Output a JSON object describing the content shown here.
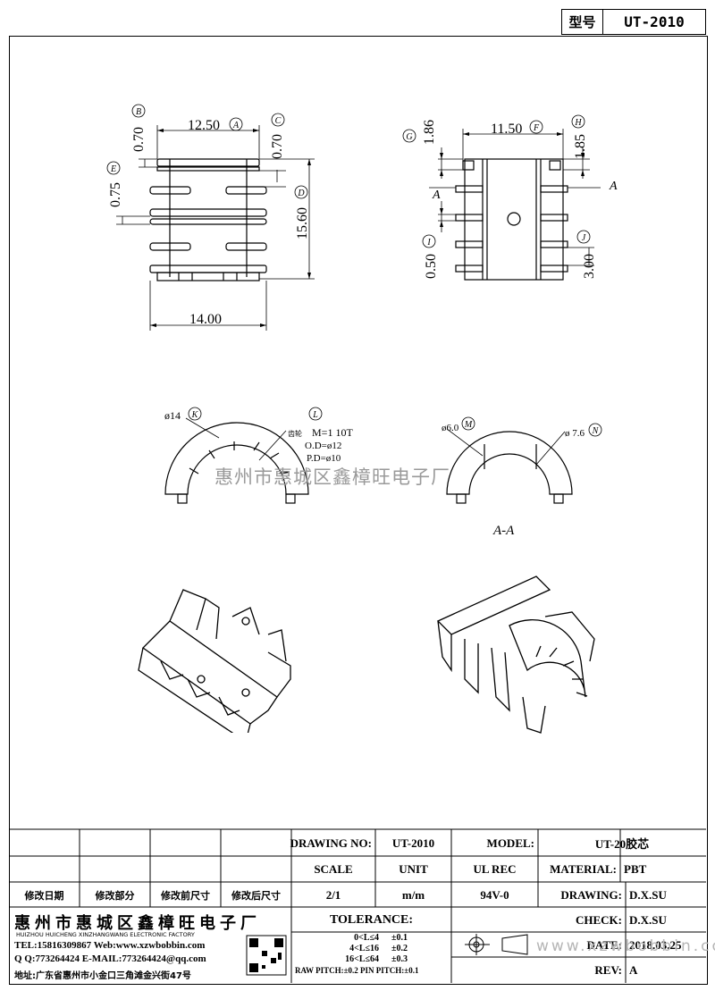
{
  "header": {
    "type_label": "型号",
    "type_value": "UT-2010"
  },
  "front_view": {
    "dim_width_top": "12.50",
    "dim_top_flange": "0.70",
    "dim_flange_c": "0.70",
    "dim_pitch": "0.75",
    "dim_height": "15.60",
    "dim_width_bottom": "14.00",
    "circle_a": "A",
    "circle_b": "B",
    "circle_c": "C",
    "circle_d": "D",
    "circle_e": "E"
  },
  "side_view": {
    "dim_width_top": "11.50",
    "dim_g": "1.86",
    "dim_h": "1.85",
    "dim_i": "0.50",
    "dim_j": "3.00",
    "section_mark_left": "A",
    "section_mark_right": "A",
    "circle_f": "F",
    "circle_g": "G",
    "circle_h": "H",
    "circle_i": "I",
    "circle_j": "J"
  },
  "section_views": {
    "dia_k": "ø14",
    "circle_k": "K",
    "circle_l": "L",
    "gear_note_label": "齿轮",
    "gear_m": "M=1  10T",
    "gear_od": "O.D=ø12",
    "gear_pd": "P.D=ø10",
    "dia_m": "ø6.0",
    "circle_m": "M",
    "dia_n": "ø 7.6",
    "circle_n": "N",
    "section_label": "A-A"
  },
  "watermark": "惠州市惠城区鑫樟旺电子厂",
  "title_block": {
    "revision_headers": [
      "修改日期",
      "修改部分",
      "修改前尺寸",
      "修改后尺寸"
    ],
    "drawing_no_label": "DRAWING NO:",
    "drawing_no_value": "UT-2010",
    "model_label": "MODEL:",
    "model_value": "UT-20胶芯",
    "scale_label": "SCALE",
    "unit_label": "UNIT",
    "ul_rec_label": "UL REC",
    "material_label": "MATERIAL:",
    "material_value": "PBT",
    "scale_value": "2/1",
    "unit_value": "m/m",
    "ul_rec_value": "94V-0",
    "drawing_label": "DRAWING:",
    "drawing_value": "D.X.SU",
    "check_label": "CHECK:",
    "check_value": "D.X.SU",
    "date_label": "DATE:",
    "date_value": "2018.03.25",
    "rev_label": "REV:",
    "rev_value": "A",
    "tolerance_label": "TOLERANCE:",
    "tol_rows": [
      {
        "range": "0<L≤4",
        "value": "±0.1"
      },
      {
        "range": "4<L≤16",
        "value": "±0.2"
      },
      {
        "range": "16<L≤64",
        "value": "±0.3"
      }
    ],
    "pitch_note": "RAW PITCH:±0.2 PIN PITCH:±0.1",
    "company_cn": "惠州市惠城区鑫樟旺电子厂",
    "company_en": "HUIZHOU HUICHENG XINZHANGWANG ELECTRONIC FACTORY",
    "tel": "TEL:15816309867 Web:www.xzwbobbin.com",
    "qq": "Q Q:773264424 E-MAIL:773264424@qq.com",
    "address": "地址:广东省惠州市小金口三角滩金兴街47号",
    "bottom_watermark": "www.xzwbobbin.com"
  }
}
